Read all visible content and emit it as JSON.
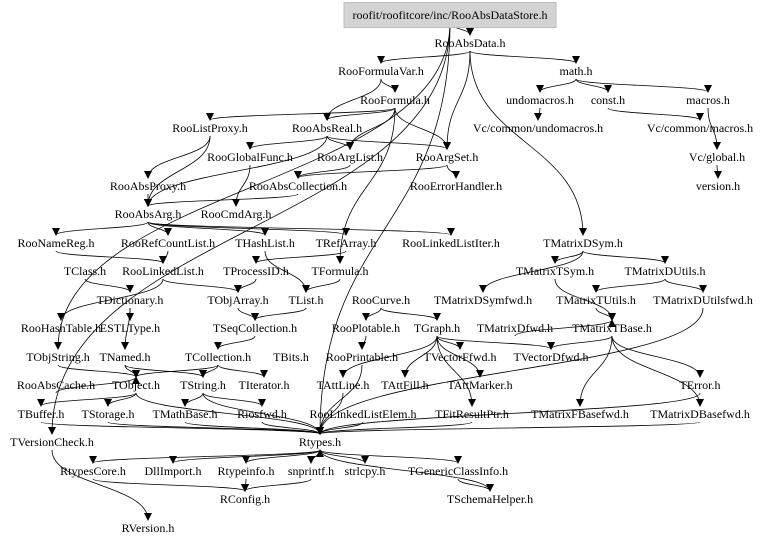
{
  "nodes": [
    {
      "id": "store",
      "label": "roofit/roofitcore/inc/RooAbsDataStore.h",
      "root": true
    },
    {
      "id": "absdata",
      "label": "RooAbsData.h"
    },
    {
      "id": "formulavar",
      "label": "RooFormulaVar.h"
    },
    {
      "id": "math",
      "label": "math.h"
    },
    {
      "id": "formula",
      "label": "RooFormula.h"
    },
    {
      "id": "undomacros",
      "label": "undomacros.h"
    },
    {
      "id": "const",
      "label": "const.h"
    },
    {
      "id": "macros",
      "label": "macros.h"
    },
    {
      "id": "listproxy",
      "label": "RooListProxy.h"
    },
    {
      "id": "absreal",
      "label": "RooAbsReal.h"
    },
    {
      "id": "vcundo",
      "label": "Vc/common/undomacros.h"
    },
    {
      "id": "vcmacros",
      "label": "Vc/common/macros.h"
    },
    {
      "id": "globalfunc",
      "label": "RooGlobalFunc.h"
    },
    {
      "id": "arglist",
      "label": "RooArgList.h"
    },
    {
      "id": "argset",
      "label": "RooArgSet.h"
    },
    {
      "id": "vcglobal",
      "label": "Vc/global.h"
    },
    {
      "id": "absproxy",
      "label": "RooAbsProxy.h"
    },
    {
      "id": "abscollection",
      "label": "RooAbsCollection.h"
    },
    {
      "id": "errorhandler",
      "label": "RooErrorHandler.h"
    },
    {
      "id": "version",
      "label": "version.h"
    },
    {
      "id": "absarg",
      "label": "RooAbsArg.h"
    },
    {
      "id": "cmdarg",
      "label": "RooCmdArg.h"
    },
    {
      "id": "namereg",
      "label": "RooNameReg.h"
    },
    {
      "id": "refcountlist",
      "label": "RooRefCountList.h"
    },
    {
      "id": "thashlist",
      "label": "THashList.h"
    },
    {
      "id": "trefarray",
      "label": "TRefArray.h"
    },
    {
      "id": "linkedlistiter",
      "label": "RooLinkedListIter.h"
    },
    {
      "id": "tmatrixdsym",
      "label": "TMatrixDSym.h"
    },
    {
      "id": "tclass",
      "label": "TClass.h"
    },
    {
      "id": "linkedlist",
      "label": "RooLinkedList.h"
    },
    {
      "id": "tprocessid",
      "label": "TProcessID.h"
    },
    {
      "id": "tformula",
      "label": "TFormula.h"
    },
    {
      "id": "tmatrixtsym",
      "label": "TMatrixTSym.h"
    },
    {
      "id": "tmatrixdutils",
      "label": "TMatrixDUtils.h"
    },
    {
      "id": "tdictionary",
      "label": "TDictionary.h"
    },
    {
      "id": "tobjarray",
      "label": "TObjArray.h"
    },
    {
      "id": "tlist",
      "label": "TList.h"
    },
    {
      "id": "roocurve",
      "label": "RooCurve.h"
    },
    {
      "id": "tmatrixdsymfwd",
      "label": "TMatrixDSymfwd.h"
    },
    {
      "id": "tmatrixtutils",
      "label": "TMatrixTUtils.h"
    },
    {
      "id": "tmatrixdutilsfwd",
      "label": "TMatrixDUtilsfwd.h"
    },
    {
      "id": "hashtable",
      "label": "RooHashTable.h"
    },
    {
      "id": "estltype",
      "label": "ESTLType.h"
    },
    {
      "id": "tseqcollection",
      "label": "TSeqCollection.h"
    },
    {
      "id": "plotable",
      "label": "RooPlotable.h"
    },
    {
      "id": "tgraph",
      "label": "TGraph.h"
    },
    {
      "id": "tmatrixdfwd",
      "label": "TMatrixDfwd.h"
    },
    {
      "id": "tmatrixtbase",
      "label": "TMatrixTBase.h"
    },
    {
      "id": "tobjstring",
      "label": "TObjString.h"
    },
    {
      "id": "tnamed",
      "label": "TNamed.h"
    },
    {
      "id": "tcollection",
      "label": "TCollection.h"
    },
    {
      "id": "tbits",
      "label": "TBits.h"
    },
    {
      "id": "printable",
      "label": "RooPrintable.h"
    },
    {
      "id": "tvectorffwd",
      "label": "TVectorFfwd.h"
    },
    {
      "id": "tvectordfwd",
      "label": "TVectorDfwd.h"
    },
    {
      "id": "abscache",
      "label": "RooAbsCache.h"
    },
    {
      "id": "tobject",
      "label": "TObject.h"
    },
    {
      "id": "tstring",
      "label": "TString.h"
    },
    {
      "id": "titerator",
      "label": "TIterator.h"
    },
    {
      "id": "tattline",
      "label": "TAttLine.h"
    },
    {
      "id": "tattfill",
      "label": "TAttFill.h"
    },
    {
      "id": "tattmarker",
      "label": "TAttMarker.h"
    },
    {
      "id": "terror",
      "label": "TError.h"
    },
    {
      "id": "tbuffer",
      "label": "TBuffer.h"
    },
    {
      "id": "tstorage",
      "label": "TStorage.h"
    },
    {
      "id": "tmathbase",
      "label": "TMathBase.h"
    },
    {
      "id": "riosfwd",
      "label": "Riosfwd.h"
    },
    {
      "id": "linkedlistelem",
      "label": "RooLinkedListElem.h"
    },
    {
      "id": "tfitresultptr",
      "label": "TFitResultPtr.h"
    },
    {
      "id": "tmatrixfbasefwd",
      "label": "TMatrixFBasefwd.h"
    },
    {
      "id": "tmatrixdbasefwd",
      "label": "TMatrixDBasefwd.h"
    },
    {
      "id": "tversioncheck",
      "label": "TVersionCheck.h"
    },
    {
      "id": "rtypes",
      "label": "Rtypes.h"
    },
    {
      "id": "rtypescore",
      "label": "RtypesCore.h"
    },
    {
      "id": "dllimport",
      "label": "DllImport.h"
    },
    {
      "id": "rtypeinfo",
      "label": "Rtypeinfo.h"
    },
    {
      "id": "snprintf",
      "label": "snprintf.h"
    },
    {
      "id": "strlcpy",
      "label": "strlcpy.h"
    },
    {
      "id": "tgenericclassinfo",
      "label": "TGenericClassInfo.h"
    },
    {
      "id": "rconfig",
      "label": "RConfig.h"
    },
    {
      "id": "tschemahelper",
      "label": "TSchemaHelper.h"
    },
    {
      "id": "rversion",
      "label": "RVersion.h"
    }
  ],
  "edges": [
    [
      "store",
      "absdata"
    ],
    [
      "store",
      "rtypes"
    ],
    [
      "store",
      "tobjstring"
    ],
    [
      "absdata",
      "formulavar"
    ],
    [
      "absdata",
      "math"
    ],
    [
      "absdata",
      "argset"
    ],
    [
      "absdata",
      "tmatrixdsym"
    ],
    [
      "formulavar",
      "formula"
    ],
    [
      "formulavar",
      "absreal"
    ],
    [
      "formula",
      "listproxy"
    ],
    [
      "formula",
      "absreal"
    ],
    [
      "formula",
      "arglist"
    ],
    [
      "formula",
      "argset"
    ],
    [
      "formula",
      "tformula"
    ],
    [
      "math",
      "undomacros"
    ],
    [
      "math",
      "const"
    ],
    [
      "math",
      "macros"
    ],
    [
      "undomacros",
      "vcundo"
    ],
    [
      "const",
      "vcmacros"
    ],
    [
      "macros",
      "vcglobal"
    ],
    [
      "vcglobal",
      "version"
    ],
    [
      "listproxy",
      "absproxy"
    ],
    [
      "listproxy",
      "absarg"
    ],
    [
      "absreal",
      "globalfunc"
    ],
    [
      "absreal",
      "arglist"
    ],
    [
      "absreal",
      "argset"
    ],
    [
      "absreal",
      "absarg"
    ],
    [
      "globalfunc",
      "cmdarg"
    ],
    [
      "arglist",
      "abscollection"
    ],
    [
      "argset",
      "abscollection"
    ],
    [
      "argset",
      "errorhandler"
    ],
    [
      "abscollection",
      "absarg"
    ],
    [
      "absproxy",
      "absarg"
    ],
    [
      "absarg",
      "namereg"
    ],
    [
      "absarg",
      "refcountlist"
    ],
    [
      "absarg",
      "thashlist"
    ],
    [
      "absarg",
      "trefarray"
    ],
    [
      "absarg",
      "linkedlistiter"
    ],
    [
      "refcountlist",
      "linkedlist"
    ],
    [
      "namereg",
      "linkedlist"
    ],
    [
      "linkedlist",
      "hashtable"
    ],
    [
      "linkedlist",
      "tobjarray"
    ],
    [
      "trefarray",
      "tprocessid"
    ],
    [
      "tprocessid",
      "tobjarray"
    ],
    [
      "thashlist",
      "tlist"
    ],
    [
      "tformula",
      "tlist"
    ],
    [
      "tlist",
      "tseqcollection"
    ],
    [
      "tobjarray",
      "tseqcollection"
    ],
    [
      "tseqcollection",
      "tcollection"
    ],
    [
      "tcollection",
      "tobject"
    ],
    [
      "tcollection",
      "tstring"
    ],
    [
      "tcollection",
      "titerator"
    ],
    [
      "tclass",
      "tdictionary"
    ],
    [
      "tdictionary",
      "tnamed"
    ],
    [
      "tdictionary",
      "estltype"
    ],
    [
      "tobjstring",
      "tobject"
    ],
    [
      "tnamed",
      "tobject"
    ],
    [
      "tnamed",
      "tstring"
    ],
    [
      "abscache",
      "tobject"
    ],
    [
      "tobject",
      "tstorage"
    ],
    [
      "tobject",
      "tbuffer"
    ],
    [
      "tobject",
      "rtypes"
    ],
    [
      "tstring",
      "tmathbase"
    ],
    [
      "tstring",
      "riosfwd"
    ],
    [
      "tstring",
      "rtypes"
    ],
    [
      "roocurve",
      "tgraph"
    ],
    [
      "roocurve",
      "plotable"
    ],
    [
      "plotable",
      "printable"
    ],
    [
      "printable",
      "rtypes"
    ],
    [
      "tgraph",
      "tattline"
    ],
    [
      "tgraph",
      "tattfill"
    ],
    [
      "tgraph",
      "tattmarker"
    ],
    [
      "tgraph",
      "tvectorffwd"
    ],
    [
      "tgraph",
      "tvectordfwd"
    ],
    [
      "tgraph",
      "tfitresultptr"
    ],
    [
      "tmatrixdsym",
      "tmatrixtsym"
    ],
    [
      "tmatrixdsym",
      "tmatrixdutils"
    ],
    [
      "tmatrixdsym",
      "tmatrixdsymfwd"
    ],
    [
      "tmatrixtsym",
      "tmatrixtbase"
    ],
    [
      "tmatrixdutils",
      "tmatrixtutils"
    ],
    [
      "tmatrixdutils",
      "tmatrixdutilsfwd"
    ],
    [
      "tmatrixtutils",
      "tmatrixtbase"
    ],
    [
      "tmatrixdfwd",
      "tmatrixtbase"
    ],
    [
      "tmatrixtbase",
      "tvectordfwd"
    ],
    [
      "tmatrixtbase",
      "terror"
    ],
    [
      "tmatrixtbase",
      "tmatrixfbasefwd"
    ],
    [
      "tmatrixtbase",
      "tmatrixdbasefwd"
    ],
    [
      "linkedlistelem",
      "rtypes"
    ],
    [
      "tfitresultptr",
      "rtypes"
    ],
    [
      "tmatrixdutilsfwd",
      "rtypes"
    ],
    [
      "tmatrixdbasefwd",
      "rtypes"
    ],
    [
      "terror",
      "rtypes"
    ],
    [
      "tattline",
      "rtypes"
    ],
    [
      "tmathbase",
      "rtypes"
    ],
    [
      "riosfwd",
      "rtypes"
    ],
    [
      "tbuffer",
      "rtypes"
    ],
    [
      "tstorage",
      "rtypes"
    ],
    [
      "rtypes",
      "rtypescore"
    ],
    [
      "rtypes",
      "dllimport"
    ],
    [
      "rtypes",
      "rtypeinfo"
    ],
    [
      "rtypes",
      "snprintf"
    ],
    [
      "rtypes",
      "strlcpy"
    ],
    [
      "rtypes",
      "tgenericclassinfo"
    ],
    [
      "rtypescore",
      "rconfig"
    ],
    [
      "rtypeinfo",
      "rconfig"
    ],
    [
      "snprintf",
      "rconfig"
    ],
    [
      "tgenericclassinfo",
      "tschemahelper"
    ],
    [
      "tschemahelper",
      "rtypes"
    ],
    [
      "tversioncheck",
      "rversion"
    ],
    [
      "store",
      "tversioncheck"
    ]
  ]
}
